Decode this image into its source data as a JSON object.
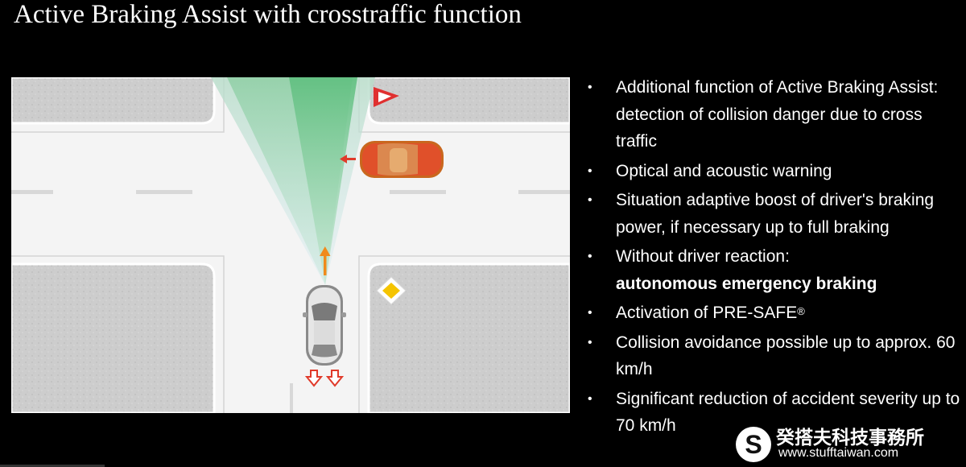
{
  "slide": {
    "title": "Active Braking Assist with crosstraffic function"
  },
  "bullets": [
    {
      "text": "Additional function of Active Braking Assist: detection  of collision danger due to cross traffic"
    },
    {
      "text": "Optical and acoustic warning"
    },
    {
      "text": "Situation adaptive boost of driver's braking power, if necessary up to full braking"
    },
    {
      "text": "Without driver reaction:",
      "bold": "autonomous emergency braking"
    },
    {
      "text": "Activation of PRE-SAFE",
      "sup": "®"
    },
    {
      "text": "Collision avoidance possible up to approx. 60 km/h"
    },
    {
      "text": "Significant reduction of accident severity up to 70 km/h"
    }
  ],
  "watermark": {
    "logo": "S",
    "name": "癸搭夫科技事務所",
    "url": "www.stufftaiwan.com"
  },
  "icons": {
    "bullet": "bullet-dot-icon",
    "yield_sign": "yield-triangle-icon",
    "priority_sign": "priority-diamond-icon"
  },
  "colors": {
    "background": "#000000",
    "road": "#f4f4f4",
    "sidewalk": "#cfcfcf",
    "lane_marking": "#ffffff",
    "radar_cone": "#7fc99a",
    "cross_car": "#e0502a",
    "arrow": "#f08a1c",
    "brake_arrow": "#e03a2a",
    "yield_sign": "#e03030",
    "priority_sign": "#f5c400"
  }
}
